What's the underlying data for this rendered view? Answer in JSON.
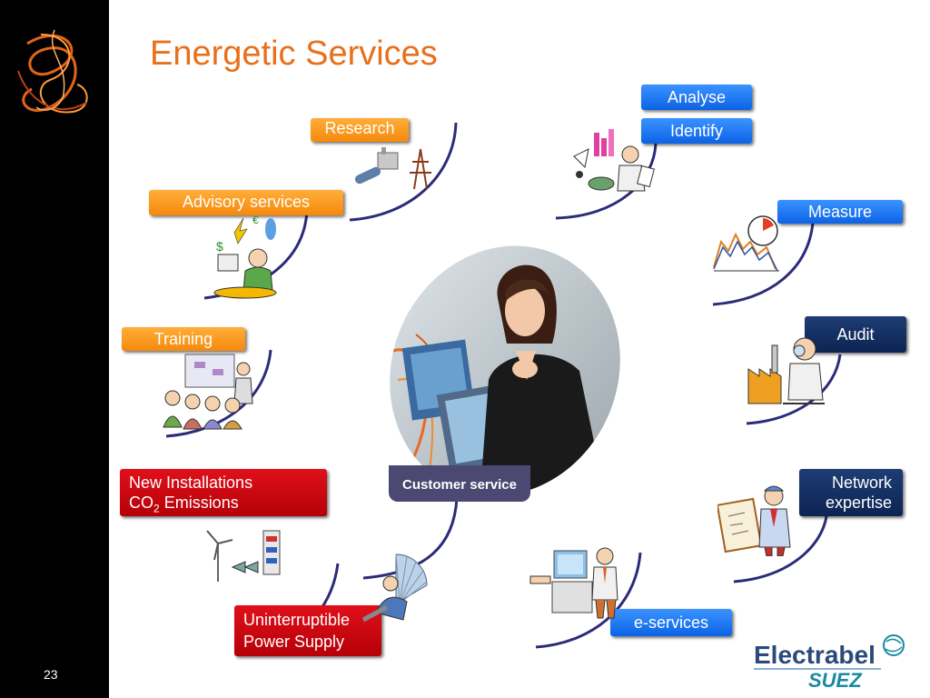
{
  "slide": {
    "title": "Energetic Services",
    "page_number": "23"
  },
  "labels": {
    "research": "Research",
    "advisory": "Advisory services",
    "training": "Training",
    "new_installations": "New Installations",
    "co2_prefix": "CO",
    "co2_sub": "2",
    "co2_suffix": " Emissions",
    "ups_line1": "Uninterruptible",
    "ups_line2": "Power Supply",
    "analyse": "Analyse",
    "identify": "Identify",
    "measure": "Measure",
    "audit": "Audit",
    "network_line1": "Network",
    "network_line2": "expertise",
    "eservices": "e-services"
  },
  "center": {
    "caption": "Customer service"
  },
  "brand": {
    "name": "Electrabel",
    "sub": "SUEZ"
  },
  "icons": {
    "dollar": "$",
    "euro": "€"
  },
  "colors": {
    "title_orange": "#e8701a",
    "orange": "#f5890c",
    "blue": "#0b63e6",
    "navy": "#0c2452",
    "red": "#c8000d",
    "arc": "#2b2b7a",
    "center_panel": "#4b4872"
  }
}
